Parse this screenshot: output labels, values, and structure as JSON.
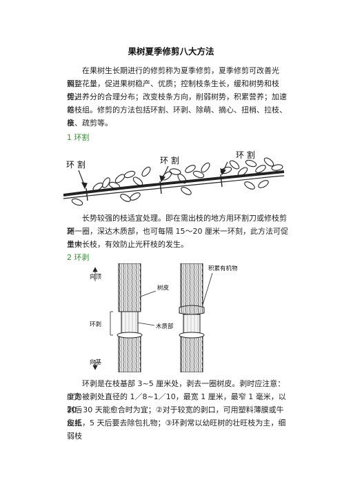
{
  "doc": {
    "title": "果树夏季修剪八大方法",
    "intro_lines": [
      "在果树生长期进行的修剪称为夏季修剪，夏季修剪可改善光照，",
      "调整花量，促进果树稳产、优质；控制枝条生长，缓和树势和枝势，",
      "促进养分的合理分布；改变枝条方向，削弱树势，积累营养；加速培",
      "养枝组。修剪的方法包括环割、环剥、除萌、摘心、扭梢、拉枝、拿",
      "枝、疏剪等。"
    ],
    "section1": {
      "heading": "1 环割",
      "figure_labels": [
        "环 割",
        "环 割",
        "环 割"
      ],
      "text_lines": [
        "长势较强的枝适宜处理。即在需出枝的地方用环割刀或修枝剪环",
        "刻一圈，深达木质部，也可每隔 15～20 厘米一环刻，此方法可促生大",
        "量中长枝，有效防止光秆枝的发生。"
      ]
    },
    "section2": {
      "heading": "2 环剥",
      "figure_labels": {
        "top": "向顶",
        "bark": "树皮",
        "ring": "环剥",
        "xylem": "木质部",
        "organic": "积累有机物",
        "base": "向基"
      },
      "text_lines": [
        "环剥是在枝基部 3~5 厘米处，剥去一圈树皮。剥时应注意：①宽",
        "度为被剥处直径的 1／8~1／10，最宽 1 厘米，最窄 1 毫米，以剥后",
        "20~30 天能愈合时为宜；②对于较宽的剥口，可用塑料薄膜或牛皮纸",
        "包扎，5 天后要去除包扎物；③环剥常以幼旺树的壮旺枝为主，细弱枝"
      ]
    }
  }
}
